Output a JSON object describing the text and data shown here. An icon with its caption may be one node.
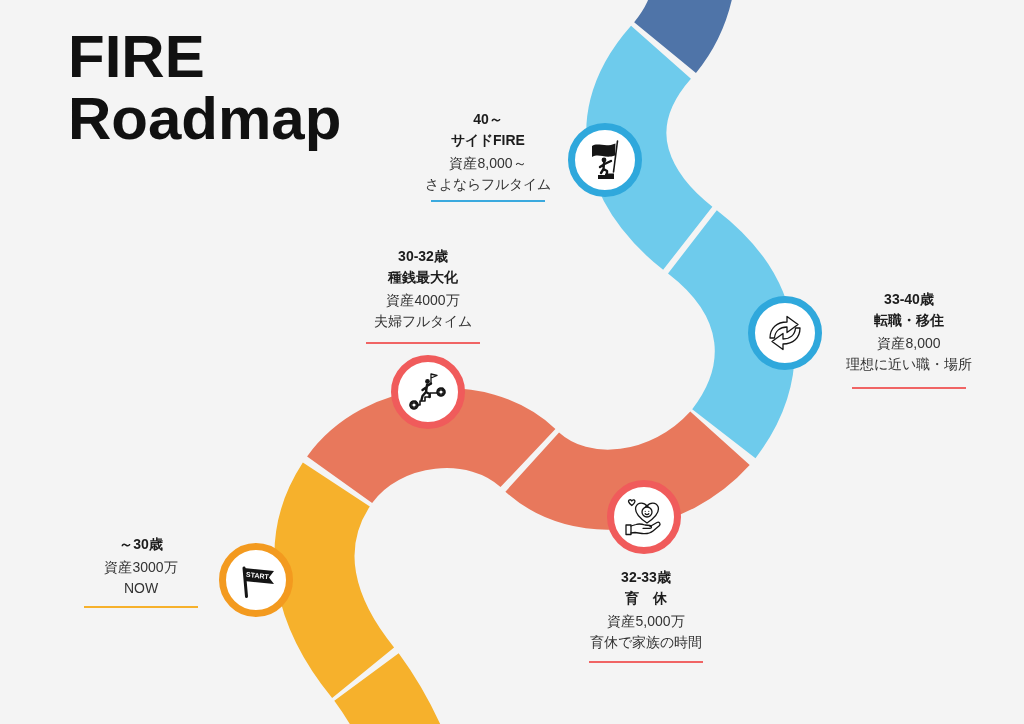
{
  "diagram": {
    "title": "FIRE Roadmap",
    "nodes": [
      {
        "text": [
          "START"
        ],
        "beside": [
          "～30歳",
          "資産3000万",
          "NOW"
        ]
      },
      {
        "text": [],
        "shape": "circle",
        "beside": [
          "30-32歳",
          "種銭最大化",
          "資産4000万",
          "夫婦フルタイム"
        ]
      },
      {
        "text": [],
        "shape": "circle",
        "beside": [
          "32-33歳",
          "育　休",
          "資産5,000万",
          "育休で家族の時間"
        ]
      },
      {
        "text": [],
        "shape": "circle",
        "beside": [
          "33-40歳",
          "転職・移住",
          "資産8,000",
          "理想に近い職・場所"
        ]
      },
      {
        "text": [],
        "shape": "circle",
        "beside": [
          "40～",
          "サイドFIRE",
          "資産8,000～",
          "さよならフルタイム"
        ]
      }
    ]
  }
}
